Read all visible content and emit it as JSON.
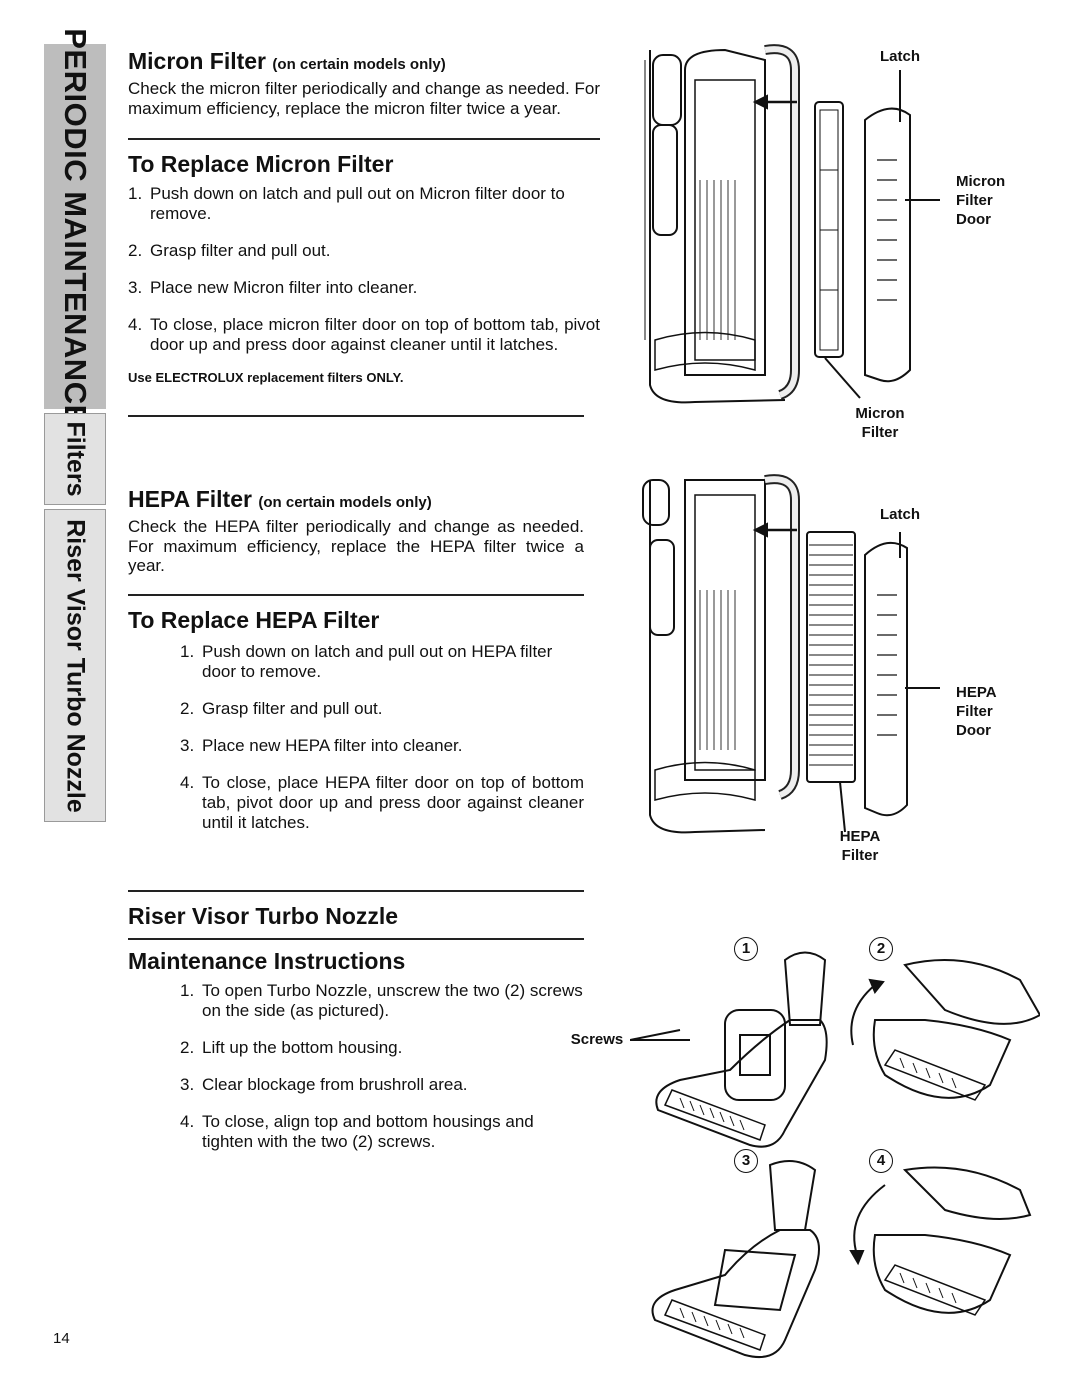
{
  "side_tabs": {
    "section": "PERIODIC MAINTENANCE",
    "filters": "Filters",
    "riser": "Riser Visor Turbo Nozzle"
  },
  "micron": {
    "title": "Micron Filter",
    "title_note": "(on certain models only)",
    "intro": "Check the micron filter periodically and change as needed. For maximum efficiency, replace the micron filter twice a year.",
    "replace_title": "To Replace Micron Filter",
    "steps": [
      {
        "num": "1.",
        "text": "Push down on latch and pull out on Micron filter door to remove."
      },
      {
        "num": "2.",
        "text": "Grasp filter and pull out."
      },
      {
        "num": "3.",
        "text": "Place new Micron filter into cleaner."
      },
      {
        "num": "4.",
        "text": "To close, place micron filter door on top of bottom tab, pivot door up and press door against cleaner until it latches."
      }
    ],
    "note": "Use ELECTROLUX replacement filters ONLY.",
    "labels": {
      "latch": "Latch",
      "door": "Micron Filter Door",
      "filter": "Micron Filter"
    }
  },
  "hepa": {
    "title": "HEPA Filter",
    "title_note": "(on certain models only)",
    "intro": "Check the HEPA filter periodically and change as needed. For maximum efficiency, replace the HEPA filter twice a year.",
    "replace_title": "To Replace HEPA Filter",
    "steps": [
      {
        "num": "1.",
        "text": "Push down on latch and pull out on HEPA filter door to remove."
      },
      {
        "num": "2.",
        "text": "Grasp filter and pull out."
      },
      {
        "num": "3.",
        "text": "Place new HEPA filter into cleaner."
      },
      {
        "num": "4.",
        "text": "To close, place HEPA filter door on top of bottom tab, pivot door up and press door against cleaner until it latches."
      }
    ],
    "labels": {
      "latch": "Latch",
      "door": "HEPA Filter Door",
      "filter": "HEPA Filter"
    }
  },
  "nozzle": {
    "title1": "Riser Visor Turbo Nozzle",
    "title2": "Maintenance Instructions",
    "steps": [
      {
        "num": "1.",
        "text": "To open Turbo Nozzle, unscrew the two (2) screws on the side (as pictured)."
      },
      {
        "num": "2.",
        "text": "Lift up the bottom housing."
      },
      {
        "num": "3.",
        "text": "Clear blockage from brushroll area."
      },
      {
        "num": "4.",
        "text": "To close, align top and bottom housings and tighten with the two (2) screws."
      }
    ],
    "screws_label": "Screws",
    "step_numbers": [
      "1",
      "2",
      "3",
      "4"
    ]
  },
  "page_number": "14"
}
